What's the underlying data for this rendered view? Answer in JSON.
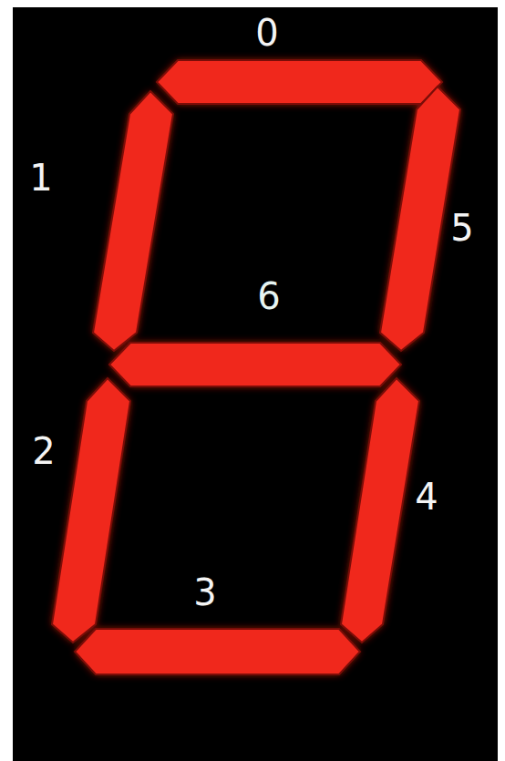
{
  "diagram": {
    "labels": [
      "0",
      "1",
      "5",
      "6",
      "2",
      "4",
      "3"
    ]
  }
}
